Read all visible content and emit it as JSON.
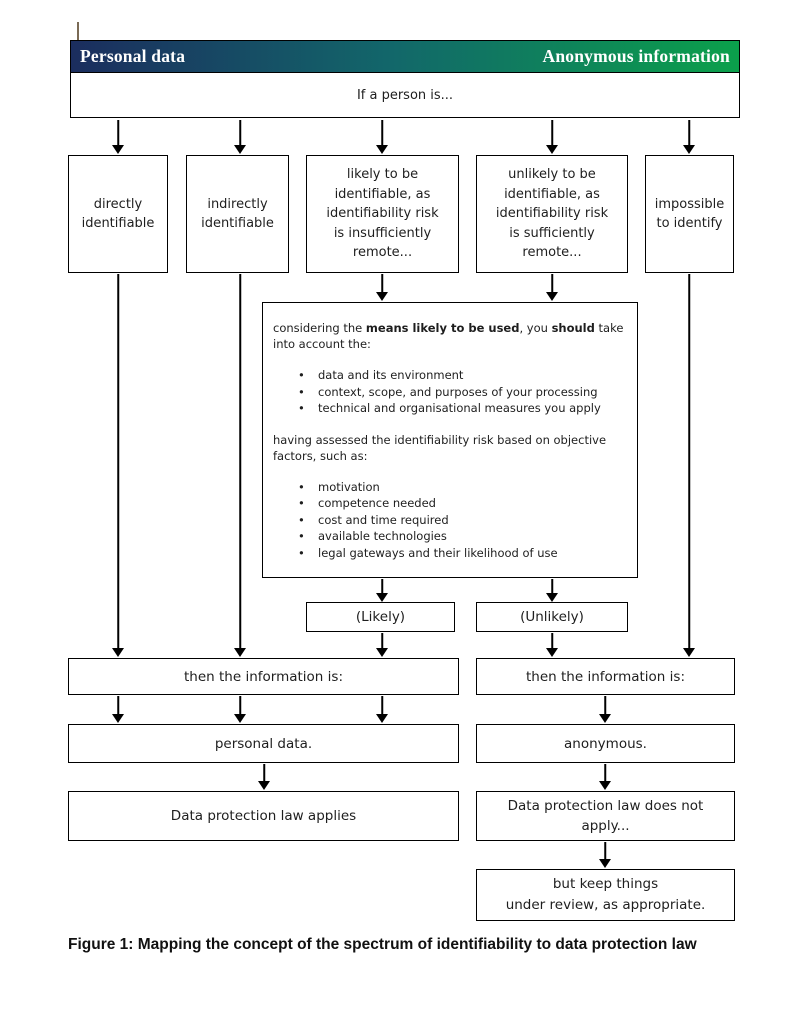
{
  "spectrum_bar": {
    "left_label": "Personal data",
    "right_label": "Anonymous information",
    "gradient_left_color": "#1b2d5e",
    "gradient_mid_color": "#12676a",
    "gradient_right_color": "#0ba04b"
  },
  "flow": {
    "intro": "If a person is...",
    "spectrum_boxes": [
      "directly\nidentifiable",
      "indirectly\nidentifiable",
      "likely to be\nidentifiable, as\nidentifiability risk\nis insufficiently\nremote...",
      "unlikely to be\nidentifiable, as\nidentifiability risk\nis sufficiently\nremote...",
      "impossible\nto identify"
    ],
    "considerations": {
      "intro_segments": [
        "considering the ",
        "means likely to be used",
        ", you ",
        "should",
        " take\ninto account the:"
      ],
      "bullets_means": [
        "data and its environment",
        "context, scope, and purposes of your processing",
        "technical and organisational measures you apply"
      ],
      "objective_factors_intro": "having assessed the identifiability risk based on objective\nfactors, such as:",
      "bullets_factors": [
        "motivation",
        "competence needed",
        "cost and time required",
        "available technologies",
        "legal gateways and their likelihood of use"
      ]
    },
    "likely": "(Likely)",
    "unlikely": "(Unlikely)",
    "then_left": "then the information is:",
    "then_right": "then the information is:",
    "personal_data": "personal data.",
    "anonymous": "anonymous.",
    "law_applies": "Data protection law applies",
    "law_not_apply": "Data protection law does not\napply...",
    "keep_review": "but keep things\nunder review, as appropriate."
  },
  "figure": {
    "caption": "Figure 1: Mapping the concept of the spectrum of identifiability to data protection law"
  }
}
